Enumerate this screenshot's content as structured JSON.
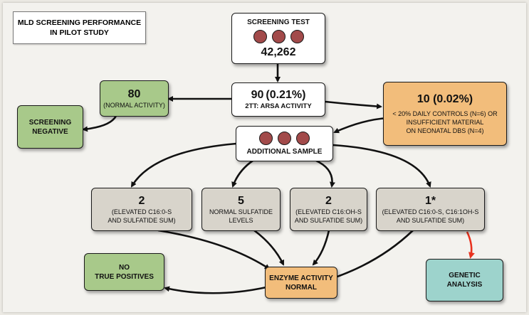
{
  "title": {
    "line1": "MLD SCREENING PERFORMANCE",
    "line2": "IN PILOT STUDY"
  },
  "screening_test": {
    "label": "SCREENING TEST",
    "count": "42,262"
  },
  "second_tier": {
    "count": "90",
    "percent": "(0.21%)",
    "label": "2TT:  ARSA ACTIVITY"
  },
  "normal_activity": {
    "count": "80",
    "label": "(NORMAL ACTIVITY)"
  },
  "screening_negative": {
    "line1": "SCREENING",
    "line2": "NEGATIVE"
  },
  "insufficient": {
    "count": "10 (0.02%)",
    "line1": "< 20% DAILY CONTROLS (N=6) OR",
    "line2": "INSUFFICIENT MATERIAL",
    "line3": "ON NEONATAL DBS (N=4)"
  },
  "additional_sample": {
    "label": "ADDITIONAL SAMPLE"
  },
  "results": [
    {
      "count": "2",
      "line1": "(ELEVATED C16:0-S",
      "line2": "AND SULFATIDE SUM)"
    },
    {
      "count": "5",
      "line1": "NORMAL SULFATIDE",
      "line2": "LEVELS"
    },
    {
      "count": "2",
      "line1": "(ELEVATED C16:OH-S",
      "line2": "AND SULFATIDE SUM)"
    },
    {
      "count": "1*",
      "line1": "(ELEVATED C16:0-S, C16:1OH-S",
      "line2": "AND SULFATIDE SUM)"
    }
  ],
  "no_true_positives": {
    "line1": "NO",
    "line2": "TRUE POSITIVES"
  },
  "enzyme_normal": {
    "line1": "ENZYME ACTIVITY",
    "line2": "NORMAL"
  },
  "genetic_analysis": {
    "line1": "GENETIC",
    "line2": "ANALYSIS"
  },
  "colors": {
    "green": "#a8c98a",
    "orange": "#f2bd7b",
    "gray": "#d8d4cb",
    "teal": "#9dd3cc",
    "dot": "#a24a4a",
    "red_arrow": "#e8321e"
  }
}
